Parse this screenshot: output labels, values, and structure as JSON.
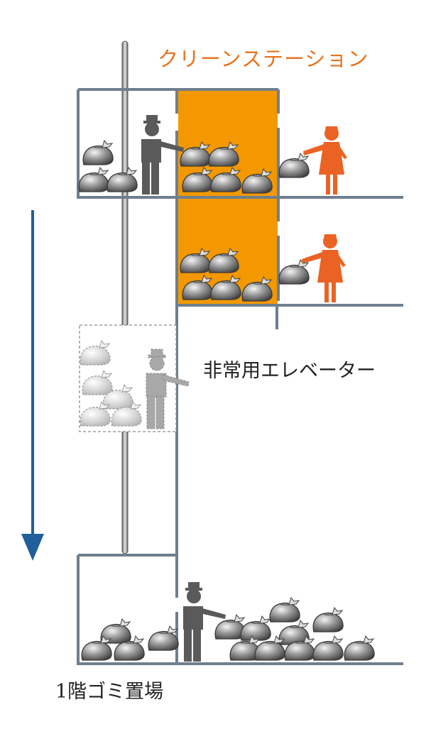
{
  "labels": {
    "clean_station": "クリーンステーション",
    "emergency_elevator": "非常用エレベーター",
    "ground_floor_garbage": "1階ゴミ置場"
  },
  "colors": {
    "station_fill": "#f39800",
    "station_text": "#e8731c",
    "worker": "#5a5a5a",
    "worker_ghost": "#a8a8a8",
    "resident": "#ea6324",
    "structure": "#6e7f8e",
    "arrow": "#1f5f9b",
    "bag": "#6d6d6d"
  },
  "icons": [
    "garbage-bag-icon",
    "worker-icon",
    "resident-icon",
    "down-arrow-icon",
    "elevator-rail"
  ]
}
